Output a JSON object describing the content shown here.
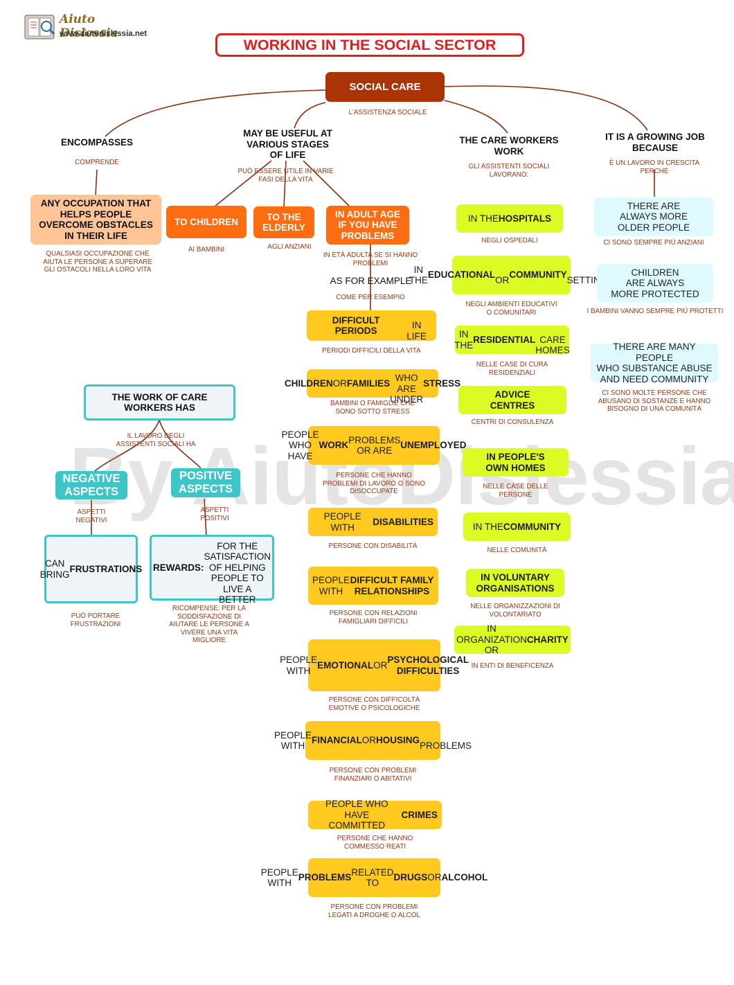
{
  "logo": {
    "name": "Aiuto Dislessia",
    "url": "www.aiutodislessia.net"
  },
  "title": "WORKING IN THE SOCIAL SECTOR",
  "watermark": "By AiutoDislessia.net",
  "root": {
    "label": "SOCIAL CARE",
    "sub": "L'ASSISTENZA SOCIALE"
  },
  "branches": {
    "encompasses": {
      "label": "ENCOMPASSES",
      "sub": "COMPRENDE",
      "box": "ANY OCCUPATION THAT HELPS PEOPLE OVERCOME OBSTACLES IN THEIR LIFE",
      "box_sub": "QUALSIASI OCCUPAZIONE CHE AIUTA LE PERSONE A SUPERARE GLI OSTACOLI NELLA LORO VITA"
    },
    "stages": {
      "label": "MAY BE USEFUL AT VARIOUS STAGES OF LIFE",
      "sub": "PUÒ ESSERE UTILE IN VARIE FASI DELLA VITA",
      "children": {
        "label": "TO CHILDREN",
        "sub": "AI BAMBINI"
      },
      "elderly": {
        "label": "TO THE ELDERLY",
        "sub": "AGLI ANZIANI"
      },
      "adult": {
        "label": "IN ADULT AGE IF YOU HAVE PROBLEMS",
        "sub": "IN ETÀ ADULTA SE SI HANNO PROBLEMI"
      },
      "example": {
        "label": "AS FOR EXAMPLE",
        "sub": "COME PER ESEMPIO"
      },
      "examples": [
        {
          "text": "<b>DIFFICULT PERIODS</b><br>IN LIFE",
          "sub": "PERIODI DIFFICILI DELLA VITA"
        },
        {
          "text": "<b>CHILDREN</b> OR <b>FAMILIES</b><br>WHO ARE UNDER <b>STRESS</b>",
          "sub": "BAMBINI O FAMIGLIE CHE SONO SOTTO STRESS"
        },
        {
          "text": "PEOPLE WHO HAVE<br><b>WORK</b> PROBLEMS<br>OR ARE <b>UNEMPLOYED</b>",
          "sub": "PERSONE CHE HANNO PROBLEMI DI LAVORO O SONO DISOCCUPATE"
        },
        {
          "text": "PEOPLE WITH<br><b>DISABILITIES</b>",
          "sub": "PERSONE CON DISABILITÀ"
        },
        {
          "text": "PEOPLE WITH<br><b>DIFFICULT FAMILY RELATIONSHIPS</b>",
          "sub": "PERSONE CON RELAZIONI FAMIGLIARI DIFFICILI"
        },
        {
          "text": "PEOPLE WITH<br><b>EMOTIONAL</b> OR<br><b>PSYCHOLOGICAL DIFFICULTIES</b>",
          "sub": "PERSONE CON DIFFICOLTÀ EMOTIVE O PSICOLOGICHE"
        },
        {
          "text": "PEOPLE WITH<br><b>FINANCIAL</b> OR <b>HOUSING</b><br>PROBLEMS",
          "sub": "PERSONE CON PROBLEMI FINANZIARI O ABITATIVI"
        },
        {
          "text": "PEOPLE WHO HAVE<br>COMMITTED <b>CRIMES</b>",
          "sub": "PERSONE CHE HANNO COMMESSO REATI"
        },
        {
          "text": "PEOPLE WITH<br><b>PROBLEMS</b> RELATED<br>TO <b>DRUGS</b> OR <b>ALCOHOL</b>",
          "sub": "PERSONE CON PROBLEMI LEGATI A DROGHE O ALCOL"
        }
      ]
    },
    "workers": {
      "label": "THE CARE WORKERS WORK",
      "sub": "GLI ASSISTENTI SOCIALI LAVORANO:",
      "places": [
        {
          "text": "IN THE<br><b>HOSPITALS</b>",
          "sub": "NEGLI OSPEDALI"
        },
        {
          "text": "IN THE <b>EDUCATIONAL</b><br>OR <b>COMMUNITY</b><br>SETTINGS",
          "sub": "NEGLI AMBIENTI EDUCATIVI O COMUNITARI"
        },
        {
          "text": "IN THE <b>RESIDENTIAL</b><br>CARE HOMES",
          "sub": "NELLE CASE DI CURA RESIDENZIALI"
        },
        {
          "text": "<b>ADVICE<br>CENTRES</b>",
          "sub": "CENTRI DI CONSULENZA"
        },
        {
          "text": "<b>IN PEOPLE'S<br>OWN HOMES</b>",
          "sub": "NELLE CASE DELLE PERSONE"
        },
        {
          "text": "IN THE<br><b>COMMUNITY</b>",
          "sub": "NELLE COMUNITÀ"
        },
        {
          "text": "<b>IN VOLUNTARY<br>ORGANISATIONS</b>",
          "sub": "NELLE ORGANIZZAZIONI DI VOLONTARIATO"
        },
        {
          "text": "IN ORGANIZATION OR<br><b>CHARITY</b>",
          "sub": "IN ENTI DI BENEFICENZA"
        }
      ]
    },
    "growing": {
      "label": "IT IS A GROWING JOB BECAUSE",
      "sub": "È UN LAVORO IN CRESCITA PERCHÉ",
      "reasons": [
        {
          "text": "THERE ARE<br>ALWAYS MORE<br>OLDER PEOPLE",
          "sub": "CI SONO SEMPRE PIÙ ANZIANI"
        },
        {
          "text": "CHILDREN<br>ARE ALWAYS<br>MORE PROTECTED",
          "sub": "I BAMBINI VANNO SEMPRE PIÙ PROTETTI"
        },
        {
          "text": "THERE ARE MANY PEOPLE<br>WHO SUBSTANCE ABUSE<br>AND NEED COMMUNITY",
          "sub": "CI SONO MOLTE PERSONE CHE ABUSANO DI SOSTANZE E HANNO BISOGNO DI UNA COMUNITÀ"
        }
      ]
    }
  },
  "work": {
    "label": "THE WORK OF CARE WORKERS HAS",
    "sub": "IL LAVORO DEGLI ASSISTENTI SOCIALI HA",
    "negative": {
      "label": "NEGATIVE ASPECTS",
      "sub": "ASPETTI NEGATIVI",
      "box": "CAN BRING <b>FRUSTRATIONS</b>",
      "box_sub": "PUÒ PORTARE FRUSTRAZIONI"
    },
    "positive": {
      "label": "POSITIVE ASPECTS",
      "sub": "ASPETTI POSITIVI",
      "box": "<b>REWARDS:</b><br>FOR THE SATISFACTION OF HELPING PEOPLE TO LIVE A BETTER",
      "box_sub": "RICOMPENSE: PER LA SODDISFAZIONE DI AIUTARE LE PERSONE A VIVERE UNA VITA MIGLIORE"
    }
  }
}
